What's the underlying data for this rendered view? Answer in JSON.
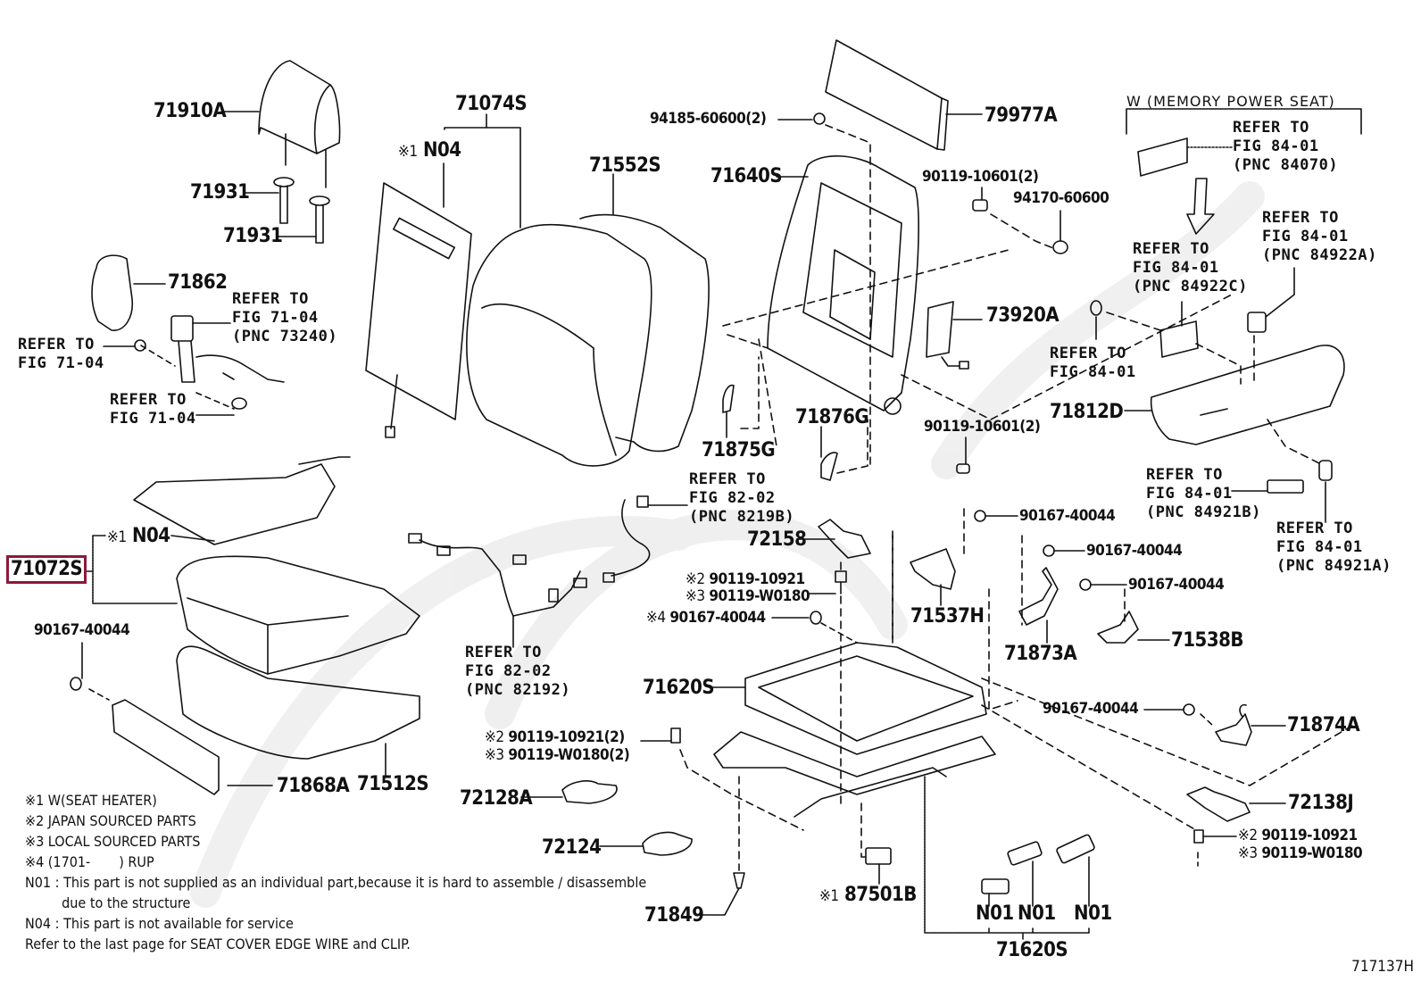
{
  "diagram": {
    "figure_id": "717137H",
    "selected_part": "71072S",
    "group_header": "W (MEMORY  POWER  SEAT)",
    "parts": {
      "p71910A": "71910A",
      "p71931a": "71931",
      "p71931b": "71931",
      "p71862": "71862",
      "p71074S": "71074S",
      "n04_back": "N04",
      "p71552S": "71552S",
      "p94185": "94185-60600(2)",
      "p79977A": "79977A",
      "p71640S": "71640S",
      "p90119_10601a": "90119-10601(2)",
      "p94170": "94170-60600",
      "p73920A": "73920A",
      "p71876G": "71876G",
      "p71875G": "71875G",
      "p90119_10601b": "90119-10601(2)",
      "p71812D": "71812D",
      "p71072S": "71072S",
      "n04_cushion": "N04",
      "p90167_left": "90167-40044",
      "p71868A": "71868A",
      "p71512S": "71512S",
      "p72158": "72158",
      "p90119_10921_a": "90119-10921",
      "p90119_W0180_a": "90119-W0180",
      "p90167_m4": "90167-40044",
      "p71620S_a": "71620S",
      "p90119_10921_b": "90119-10921(2)",
      "p90119_W0180_b": "90119-W0180(2)",
      "p72128A": "72128A",
      "p72124": "72124",
      "p71849": "71849",
      "p87501B": "87501B",
      "n01a": "N01",
      "n01b": "N01",
      "n01c": "N01",
      "p71620S_b": "71620S",
      "p90167_r1": "90167-40044",
      "p90167_r2": "90167-40044",
      "p90167_r3": "90167-40044",
      "p71537H": "71537H",
      "p71873A": "71873A",
      "p71538B": "71538B",
      "p90167_r4": "90167-40044",
      "p71874A": "71874A",
      "p72138J": "72138J",
      "p90119_10921_c": "90119-10921",
      "p90119_W0180_c": "90119-W0180"
    },
    "marks": {
      "m1": "※1",
      "m2": "※2",
      "m3": "※3",
      "m4": "※4"
    },
    "refs": {
      "r73240": "REFER TO\nFIG 71-04\n(PNC 73240)",
      "r7104a": "REFER TO\nFIG 71-04",
      "r7104b": "REFER TO\nFIG 71-04",
      "r8219B": "REFER TO\nFIG 82-02\n(PNC 8219B)",
      "r82192": "REFER TO\nFIG 82-02\n(PNC 82192)",
      "r84070": "REFER TO\nFIG 84-01\n(PNC 84070)",
      "r84922C": "REFER TO\nFIG 84-01\n(PNC 84922C)",
      "r84922A": "REFER TO\nFIG 84-01\n(PNC 84922A)",
      "r8401": "REFER TO\nFIG 84-01",
      "r84921B": "REFER TO\nFIG 84-01\n(PNC 84921B)",
      "r84921A": "REFER TO\nFIG 84-01\n(PNC 84921A)"
    },
    "notes": [
      "※1 W(SEAT HEATER)",
      "※2 JAPAN SOURCED PARTS",
      "※3 LOCAL SOURCED PARTS",
      "※4 (1701-       ) RUP",
      "N01 : This part is not supplied as an individual part,because it is hard to assemble / disassemble",
      "         due to the structure",
      "N04 : This part is not available for service",
      "Refer to the last page for SEAT COVER EDGE WIRE and CLIP."
    ],
    "colors": {
      "highlight": "#8b1a3a",
      "ink": "#111111",
      "watermark": "#ececec"
    }
  }
}
